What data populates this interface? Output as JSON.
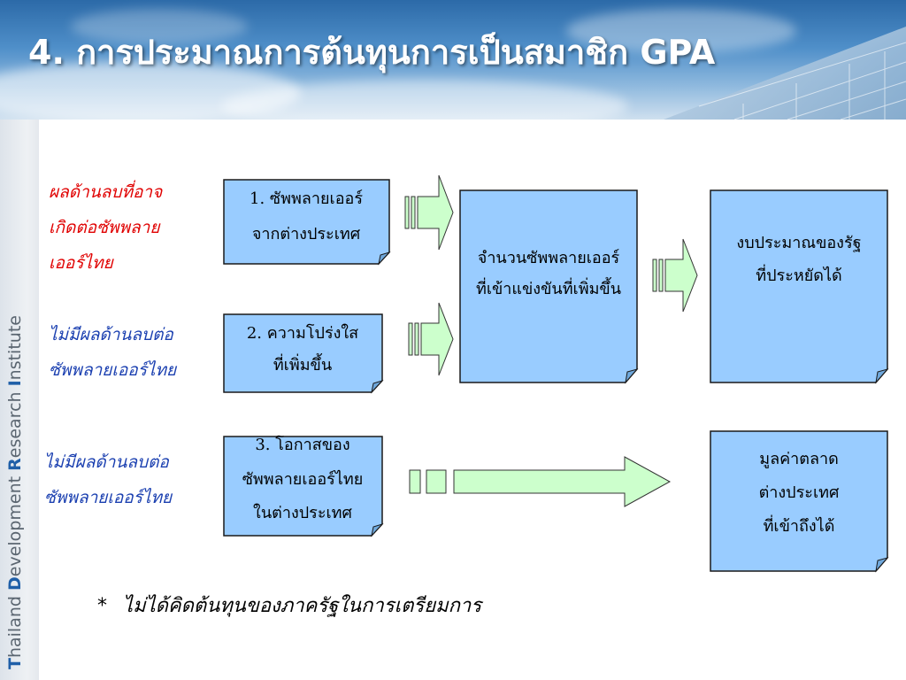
{
  "title": "4. การประมาณการต้นทุนการเป็นสมาชิก GPA",
  "sidebar": {
    "brand_parts": [
      {
        "initial": "T",
        "rest": "hailand "
      },
      {
        "initial": "D",
        "rest": "evelopment "
      },
      {
        "initial": "R",
        "rest": "esearch "
      },
      {
        "initial": "I",
        "rest": "nstitute"
      }
    ]
  },
  "left_labels": [
    {
      "lines": [
        "ผลด้านลบที่อาจ",
        "เกิดต่อซัพพลาย",
        "เออร์ไทย"
      ]
    },
    {
      "lines": [
        "ไม่มีผลด้านลบต่อ",
        "ซัพพลายเออร์ไทย"
      ]
    },
    {
      "lines": [
        "ไม่มีผลด้านลบต่อ",
        "ซัพพลายเออร์ไทย"
      ]
    }
  ],
  "boxes": {
    "box1": {
      "lines": [
        "1. ซัพพลายเออร์",
        "จากต่างประเทศ"
      ]
    },
    "box2": {
      "lines": [
        "2. ความโปร่งใส",
        "ที่เพิ่มขึ้น"
      ]
    },
    "box3": {
      "lines": [
        "3. โอกาสของ",
        "ซัพพลายเออร์ไทย",
        "ในต่างประเทศ"
      ]
    },
    "middle": {
      "lines": [
        "จำนวนซัพพลายเออร์",
        "ที่เข้าแข่งขันที่เพิ่มขึ้น"
      ]
    },
    "right_top": {
      "lines": [
        "งบประมาณของรัฐ",
        "ที่ประหยัดได้"
      ]
    },
    "right_bottom": {
      "lines": [
        "มูลค่าตลาด",
        "ต่างประเทศ",
        "ที่เข้าถึงได้"
      ]
    }
  },
  "footnote": {
    "star": "*",
    "text": "ไม่ได้คิดต้นทุนของภาครัฐในการเตรียมการ"
  },
  "colors": {
    "box_fill": "#99ccff",
    "box_stroke": "#1a1a1a",
    "arrow_fill": "#ccffcc",
    "label_red": "#e00000",
    "label_blue": "#1a3fb0"
  }
}
